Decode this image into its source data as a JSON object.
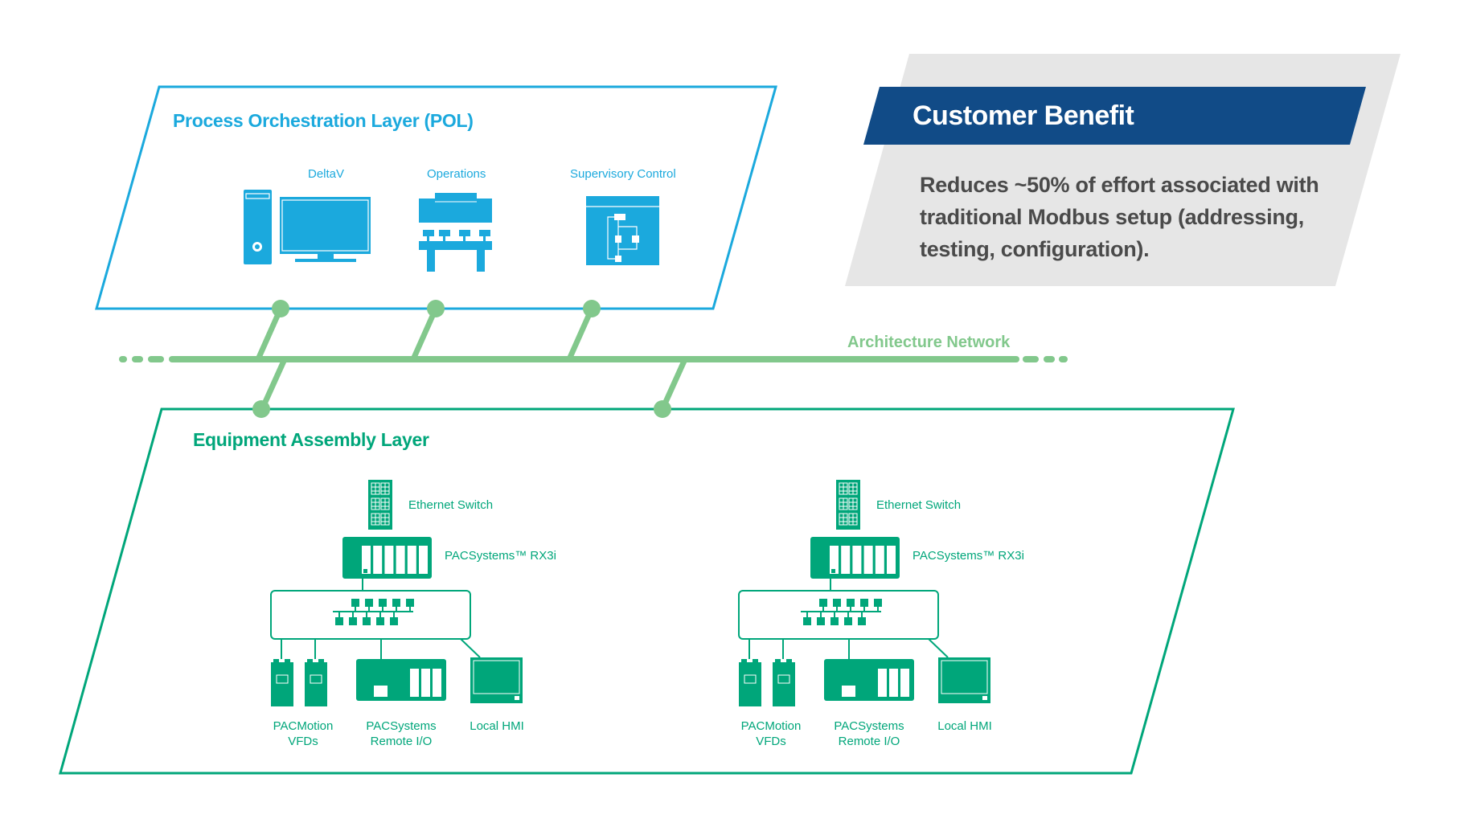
{
  "colors": {
    "pol_blue": "#1ba9dd",
    "equipment_green": "#00a67a",
    "network_green": "#82c88c",
    "benefit_banner": "#114b87",
    "benefit_panel": "#e6e6e6",
    "body_text": "#4a4a4a"
  },
  "pol": {
    "title": "Process Orchestration Layer (POL)",
    "items": [
      {
        "label": "DeltaV",
        "icon": "desktop-computer-icon"
      },
      {
        "label": "Operations",
        "icon": "operator-console-icon"
      },
      {
        "label": "Supervisory Control",
        "icon": "workflow-window-icon"
      }
    ]
  },
  "network": {
    "label": "Architecture Network"
  },
  "equipment": {
    "title": "Equipment Assembly Layer",
    "groups": [
      {
        "switch_label": "Ethernet Switch",
        "controller_label": "PACSystems™ RX3i",
        "devices": [
          {
            "label_line1": "PACMotion",
            "label_line2": "VFDs",
            "icon": "vfd-drive-icon"
          },
          {
            "label_line1": "PACSystems",
            "label_line2": "Remote I/O",
            "icon": "remote-io-icon"
          },
          {
            "label_line1": "Local HMI",
            "label_line2": "",
            "icon": "hmi-panel-icon"
          }
        ]
      },
      {
        "switch_label": "Ethernet Switch",
        "controller_label": "PACSystems™ RX3i",
        "devices": [
          {
            "label_line1": "PACMotion",
            "label_line2": "VFDs",
            "icon": "vfd-drive-icon"
          },
          {
            "label_line1": "PACSystems",
            "label_line2": "Remote I/O",
            "icon": "remote-io-icon"
          },
          {
            "label_line1": "Local HMI",
            "label_line2": "",
            "icon": "hmi-panel-icon"
          }
        ]
      }
    ]
  },
  "benefit": {
    "title": "Customer Benefit",
    "body": "Reduces ~50% of effort associated with traditional Modbus setup (addressing, testing, configuration)."
  }
}
